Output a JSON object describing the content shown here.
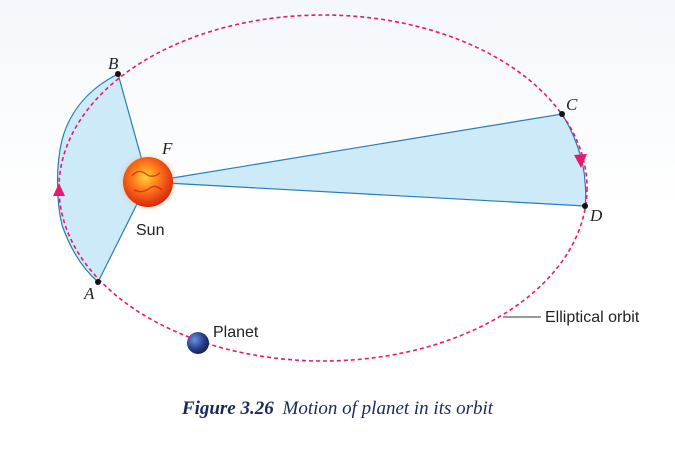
{
  "diagram": {
    "points": {
      "A": "A",
      "B": "B",
      "C": "C",
      "D": "D",
      "F": "F"
    },
    "sun_label": "Sun",
    "planet_label": "Planet",
    "orbit_label": "Elliptical orbit"
  },
  "caption": {
    "number": "Figure 3.26",
    "text": "Motion of planet in its orbit"
  },
  "colors": {
    "orbit": "#e8196e",
    "sector_fill": "#cdeaf8",
    "sector_stroke": "#2a7bb8",
    "sun": "#e8401a",
    "planet": "#2a3f8c",
    "caption": "#1a2a5a"
  }
}
